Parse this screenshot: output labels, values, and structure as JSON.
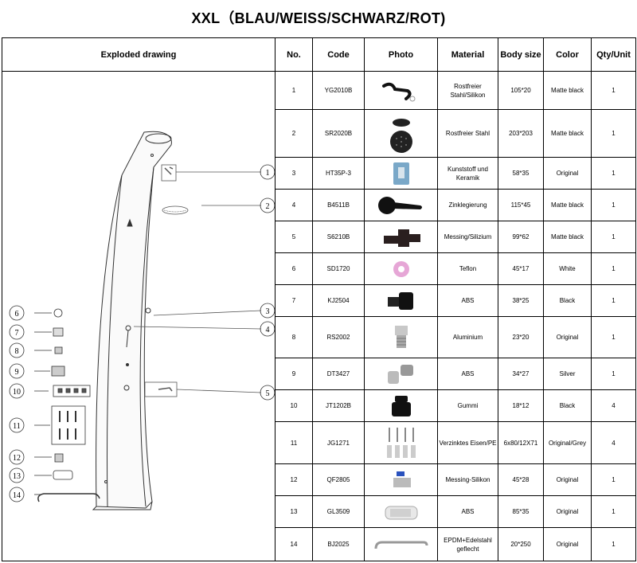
{
  "title": "XXL（BLAU/WEISS/SCHWARZ/ROT)",
  "headers": {
    "drawing": "Exploded drawing",
    "no": "No.",
    "code": "Code",
    "photo": "Photo",
    "material": "Material",
    "body_size": "Body size",
    "color": "Color",
    "qty": "Qty/Unit"
  },
  "rows": [
    {
      "no": "1",
      "code": "YG2010B",
      "material": "Rostfreier Stahl/Silikon",
      "size": "105*20",
      "color": "Matte black",
      "qty": "1"
    },
    {
      "no": "2",
      "code": "SR2020B",
      "material": "Rostfreier Stahl",
      "size": "203*203",
      "color": "Matte black",
      "qty": "1"
    },
    {
      "no": "3",
      "code": "HT35P-3",
      "material": "Kunststoff und Keramik",
      "size": "58*35",
      "color": "Original",
      "qty": "1"
    },
    {
      "no": "4",
      "code": "B4511B",
      "material": "Zinklegierung",
      "size": "115*45",
      "color": "Matte black",
      "qty": "1"
    },
    {
      "no": "5",
      "code": "S6210B",
      "material": "Messing/Silizium",
      "size": "99*62",
      "color": "Matte black",
      "qty": "1"
    },
    {
      "no": "6",
      "code": "SD1720",
      "material": "Teflon",
      "size": "45*17",
      "color": "White",
      "qty": "1"
    },
    {
      "no": "7",
      "code": "KJ2504",
      "material": "ABS",
      "size": "38*25",
      "color": "Black",
      "qty": "1"
    },
    {
      "no": "8",
      "code": "RS2002",
      "material": "Aluminium",
      "size": "23*20",
      "color": "Original",
      "qty": "1"
    },
    {
      "no": "9",
      "code": "DT3427",
      "material": "ABS",
      "size": "34*27",
      "color": "Silver",
      "qty": "1"
    },
    {
      "no": "10",
      "code": "JT1202B",
      "material": "Gummi",
      "size": "18*12",
      "color": "Black",
      "qty": "4"
    },
    {
      "no": "11",
      "code": "JG1271",
      "material": "Verzinktes Eisen/PE",
      "size": "6x80/12X71",
      "color": "Original/Grey",
      "qty": "4"
    },
    {
      "no": "12",
      "code": "QF2805",
      "material": "Messing-Silikon",
      "size": "45*28",
      "color": "Original",
      "qty": "1"
    },
    {
      "no": "13",
      "code": "GL3509",
      "material": "ABS",
      "size": "85*35",
      "color": "Original",
      "qty": "1"
    },
    {
      "no": "14",
      "code": "BJ2025",
      "material": "EPDM+Edelstahl geflecht",
      "size": "20*250",
      "color": "Original",
      "qty": "1"
    }
  ],
  "callouts": {
    "right": [
      "1",
      "2",
      "3",
      "4",
      "5"
    ],
    "left": [
      "6",
      "7",
      "8",
      "9",
      "10",
      "11",
      "12",
      "13",
      "14"
    ]
  }
}
